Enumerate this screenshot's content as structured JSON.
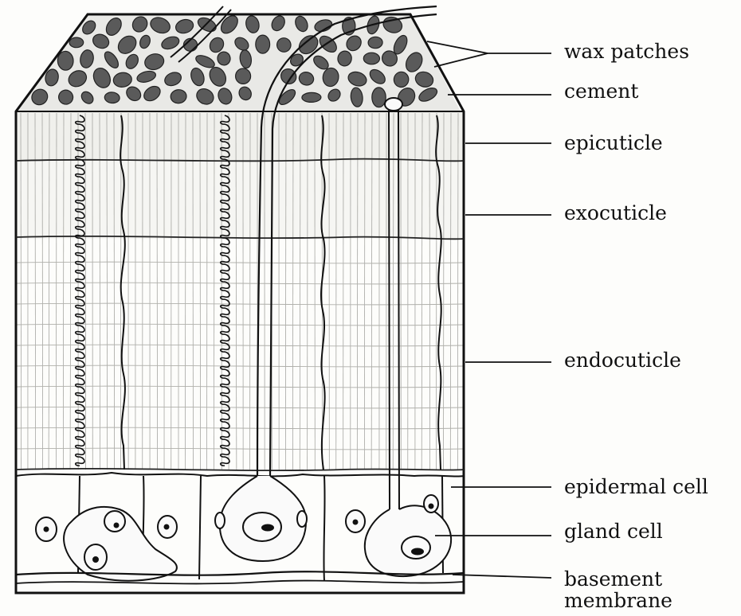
{
  "labels": {
    "wax_patches": "wax patches",
    "cement": "cement",
    "epicuticle": "epicuticle",
    "exocuticle": "exocuticle",
    "endocuticle": "endocuticle",
    "epidermal_cell": "epidermal cell",
    "gland_cell": "gland cell",
    "basement_membrane_line1": "basement",
    "basement_membrane_line2": "membrane"
  },
  "colors": {
    "line": "#111111",
    "wax": "#5a5a5a",
    "paper": "#fdfdfb"
  }
}
